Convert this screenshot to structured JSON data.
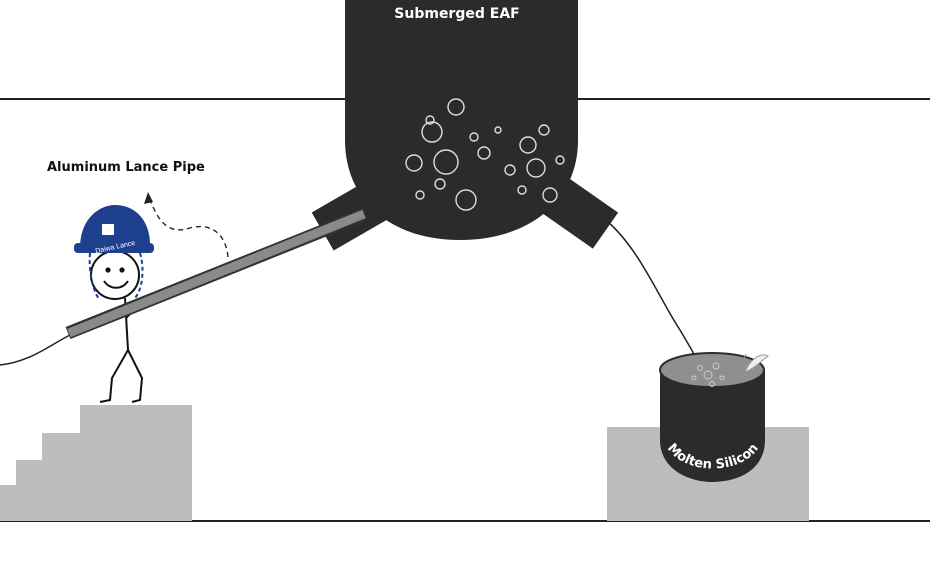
{
  "title": "Submerged EAF",
  "lance_label": "Aluminum Lance Pipe",
  "crucible_label": "Molten Silicon",
  "helmet_text": "Daiwa Lance",
  "colors": {
    "furnace": "#2b2b2b",
    "platform": "#bdbdbd",
    "pipe": "#8a8a8a",
    "helmet": "#1e3f8e",
    "melt_surface": "#8f8f8f"
  }
}
